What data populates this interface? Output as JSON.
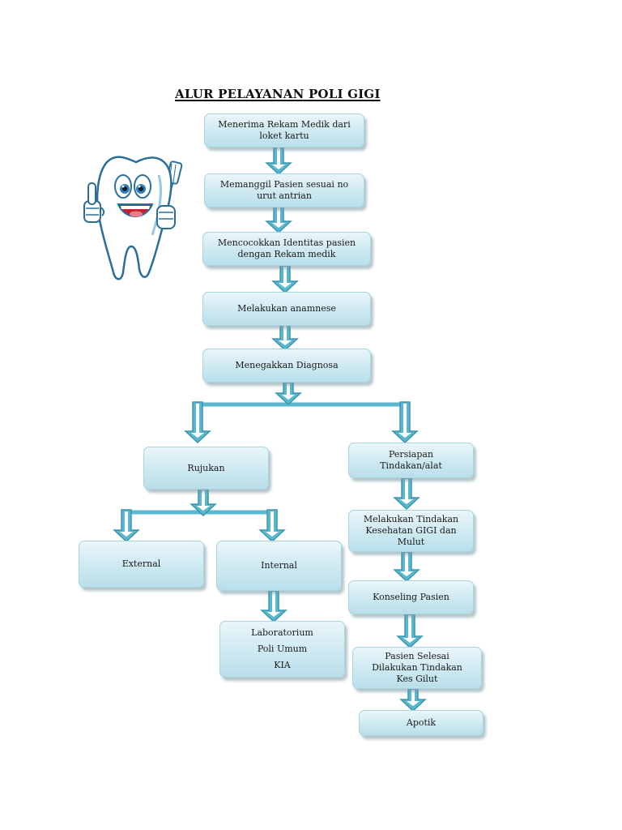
{
  "title": "ALUR PELAYANAN POLI GIGI",
  "mascot": {
    "icon": "tooth-mascot-icon"
  },
  "colors": {
    "arrow_fill": "#59b8cf",
    "arrow_stroke": "#3d96ad",
    "box_light": "#eaf6fa",
    "box_dark": "#b9dfea"
  },
  "steps": [
    {
      "id": "step-1",
      "lines": [
        "Menerima Rekam Medik dari",
        "loket kartu"
      ]
    },
    {
      "id": "step-2",
      "lines": [
        "Memanggil Pasien sesuai no",
        "urut antrian"
      ]
    },
    {
      "id": "step-3",
      "lines": [
        "Mencocokkan Identitas pasien",
        "dengan Rekam medik"
      ]
    },
    {
      "id": "step-4",
      "lines": [
        "Melakukan anamnese"
      ]
    },
    {
      "id": "step-5",
      "lines": [
        "Menegakkan Diagnosa"
      ]
    },
    {
      "id": "rujukan",
      "lines": [
        "Rujukan"
      ]
    },
    {
      "id": "external",
      "lines": [
        "External"
      ]
    },
    {
      "id": "internal",
      "lines": [
        "Internal"
      ]
    },
    {
      "id": "internal-dest",
      "lines": [
        "Laboratorium",
        "Poli Umum",
        "KIA"
      ]
    },
    {
      "id": "persiapan",
      "lines": [
        "Persiapan",
        "Tindakan/alat"
      ]
    },
    {
      "id": "tindakan",
      "lines": [
        "Melakukan Tindakan",
        "Kesehatan GIGI dan",
        "Mulut"
      ]
    },
    {
      "id": "konseling",
      "lines": [
        "Konseling Pasien"
      ]
    },
    {
      "id": "selesai",
      "lines": [
        "Pasien Selesai",
        "Dilakukan Tindakan",
        "Kes Gilut"
      ]
    },
    {
      "id": "apotik",
      "lines": [
        "Apotik"
      ]
    }
  ]
}
